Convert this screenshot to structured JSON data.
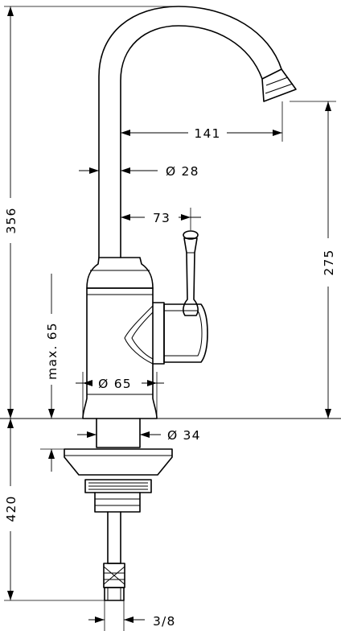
{
  "dimensions": {
    "total_height_label": "356",
    "spout_height_label": "275",
    "shank_length_label": "420",
    "spout_reach_label": "141",
    "spout_diameter_label": "Ø 28",
    "handle_offset_label": "73",
    "body_diameter_label": "Ø 65",
    "deck_thickness_label": "max. 65",
    "shank_diameter_label": "Ø 34",
    "connection_label": "3/8"
  }
}
